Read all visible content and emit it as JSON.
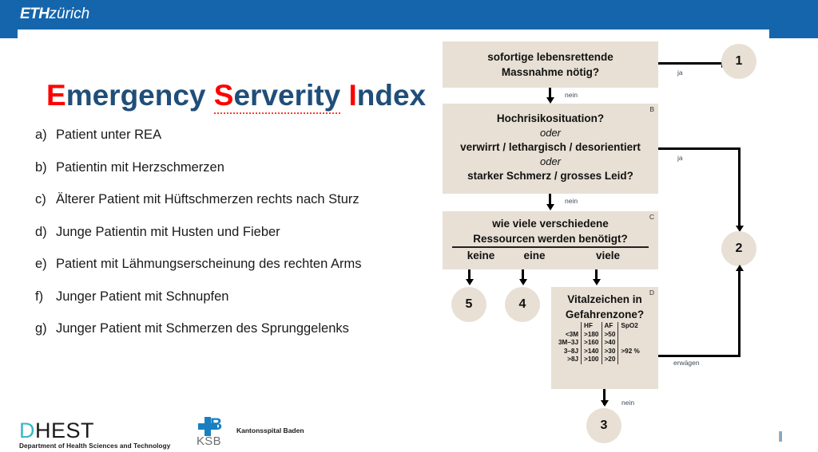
{
  "header": {
    "logo_eth": "ETH",
    "logo_zurich": "zürich"
  },
  "title": {
    "word1_cap": "E",
    "word1_rest": "mergency",
    "word2_cap": "S",
    "word2_rest": "erverity",
    "word3_cap": "I",
    "word3_rest": "ndex"
  },
  "cases": [
    {
      "marker": "a)",
      "text": "Patient unter REA"
    },
    {
      "marker": "b)",
      "text": "Patientin mit Herzschmerzen"
    },
    {
      "marker": "c)",
      "text": "Älterer Patient mit Hüftschmerzen rechts nach Sturz"
    },
    {
      "marker": "d)",
      "text": "Junge Patientin mit Husten und Fieber"
    },
    {
      "marker": "e)",
      "text": "Patient mit Lähmungserscheinung des rechten Arms"
    },
    {
      "marker": "f)",
      "text": "Junger Patient mit Schnupfen"
    },
    {
      "marker": "g)",
      "text": "Junger Patient mit Schmerzen des Sprunggelenks"
    }
  ],
  "flowchart": {
    "box_a": {
      "line1": "sofortige lebensrettende",
      "line2": "Massnahme nötig?"
    },
    "box_b": {
      "tag": "B",
      "line1": "Hochrisikosituation?",
      "line2": "oder",
      "line3": "verwirrt / lethargisch / desorientiert",
      "line4": "oder",
      "line5": "starker Schmerz / grosses Leid?"
    },
    "box_c": {
      "tag": "C",
      "line1": "wie viele verschiedene",
      "line2": "Ressourcen werden benötigt?",
      "option1": "keine",
      "option2": "eine",
      "option3": "viele"
    },
    "box_d": {
      "tag": "D",
      "line1": "Vitalzeichen in",
      "line2": "Gefahrenzone?",
      "table": {
        "columns": [
          "",
          "HF",
          "AF",
          "SpO2"
        ],
        "rows": [
          [
            "<3M",
            ">180",
            ">50",
            ""
          ],
          [
            "3M–3J",
            ">160",
            ">40",
            ""
          ],
          [
            "3–8J",
            ">140",
            ">30",
            ">92 %"
          ],
          [
            ">8J",
            ">100",
            ">20",
            ""
          ]
        ]
      }
    },
    "labels": {
      "ja_a": "ja",
      "nein_a": "nein",
      "ja_b": "ja",
      "nein_b": "nein",
      "erwaegen": "erwägen",
      "nein_d": "nein"
    },
    "levels": {
      "level1": "1",
      "level2": "2",
      "level3": "3",
      "level4": "4",
      "level5": "5"
    },
    "colors": {
      "box_fill": "#e8e0d5",
      "stroke": "#000000",
      "label_text": "#3e4a5a"
    }
  },
  "footer": {
    "dhest": {
      "initial": "D",
      "rest": "HEST",
      "subtitle": "Department of Health Sciences and Technology"
    },
    "ksb": {
      "mark_letter": "B",
      "acronym": "KSB",
      "name": "Kantonsspital Baden"
    }
  },
  "brand_colors": {
    "eth_blue": "#1565ad",
    "title_blue": "#1f4e79",
    "accent_red": "#ff0000",
    "dhest_teal": "#39b5c9",
    "ksb_blue": "#1a7fc1"
  }
}
